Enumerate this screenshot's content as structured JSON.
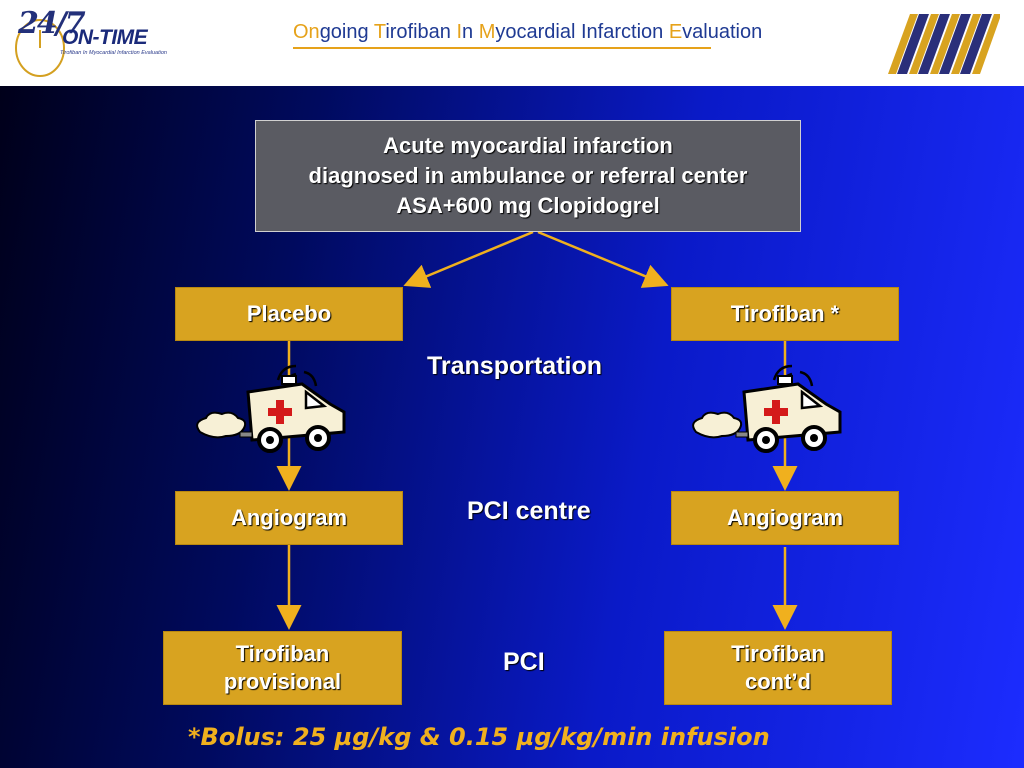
{
  "header": {
    "logo_247": "24/7",
    "logo_name": "ON-TIME",
    "logo_subtitle": "Tirofiban In Myocardial Infarction Evaluation",
    "title_parts": [
      {
        "cap": "On",
        "rest": "going "
      },
      {
        "cap": "T",
        "rest": "irofiban "
      },
      {
        "cap": "I",
        "rest": "n "
      },
      {
        "cap": "M",
        "rest": "yocardial Infarction "
      },
      {
        "cap": "E",
        "rest": "valuation"
      }
    ],
    "colors": {
      "title": "#1f3a93",
      "accent": "#e6a21a",
      "stripe_navy": "#2a2f7a"
    }
  },
  "diagram": {
    "top_box": {
      "line1": "Acute myocardial infarction",
      "line2": "diagnosed in ambulance or referral center",
      "line3": "ASA+600 mg Clopidogrel"
    },
    "left_arm": {
      "start": "Placebo",
      "middle": "Angiogram",
      "end_line1": "Tirofiban",
      "end_line2": "provisional"
    },
    "right_arm": {
      "start": "Tirofiban *",
      "middle": "Angiogram",
      "end_line1": "Tirofiban",
      "end_line2": "cont’d"
    },
    "stages": {
      "transport": "Transportation",
      "pci_centre": "PCI centre",
      "pci": "PCI"
    },
    "icons": [
      "ambulance-icon",
      "ambulance-icon"
    ],
    "colors": {
      "gold_box": "#d8a320",
      "gray_box": "#5a5b62",
      "arrow": "#f0b01e"
    }
  },
  "footnote": "*Bolus: 25 µg/kg & 0.15 µg/kg/min infusion"
}
